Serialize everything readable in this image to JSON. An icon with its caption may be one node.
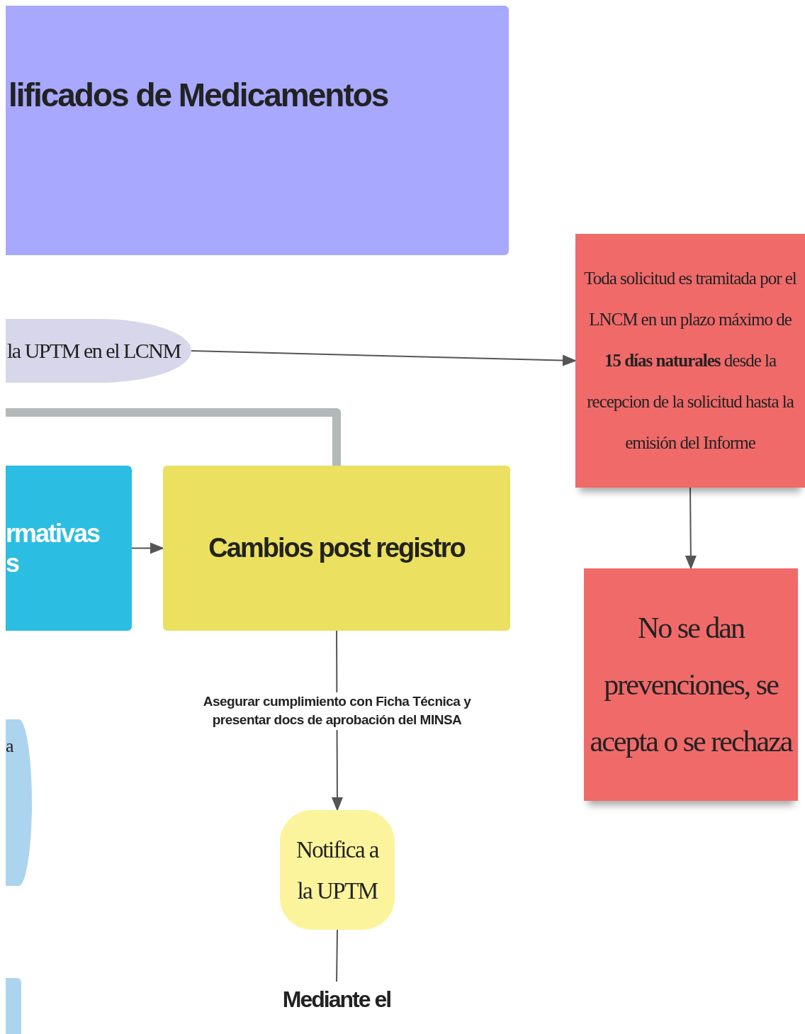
{
  "diagram": {
    "nodes": [
      {
        "text": [
          "lificados de Medicamentos"
        ]
      },
      {
        "text": [
          "la UPTM en el LCNM"
        ]
      },
      {
        "text": [
          "Toda solicitud es tramitada por el LNCM en un plazo máximo de **15 días naturales** desde la recepcion de la solicitud hasta la emisión del Informe"
        ]
      },
      {
        "text": [
          "rmativas",
          "s"
        ]
      },
      {
        "text": [
          "Cambios post registro"
        ]
      },
      {
        "text": [
          "No se dan prevenciones, se acepta o se rechaza"
        ]
      },
      {
        "text": [
          "a"
        ]
      },
      {
        "text": [
          "Notifica a la UPTM"
        ]
      },
      {
        "text": [],
        "shape": "box"
      },
      {
        "text": [
          "Mediante el"
        ]
      }
    ],
    "edges": [
      {
        "from": 1,
        "to": 2,
        "arrow": "to"
      },
      {
        "from": 2,
        "to": 5,
        "arrow": "to"
      },
      {
        "from": 3,
        "to": 4,
        "arrow": "to"
      },
      {
        "from": 4,
        "to": null,
        "arrow": "none",
        "style": "thick",
        "color": "#b3b9b8"
      },
      {
        "from": 4,
        "to": 7,
        "arrow": "to",
        "label": "Asegurar cumplimiento con Ficha Técnica y presentar docs de aprobación del MINSA"
      },
      {
        "from": 7,
        "to": 9,
        "arrow": "none"
      }
    ]
  }
}
